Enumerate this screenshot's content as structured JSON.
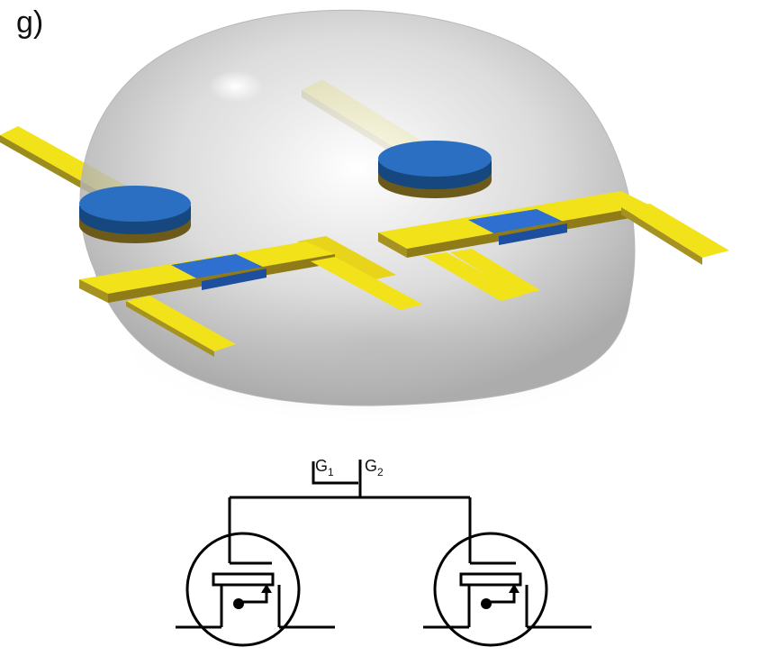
{
  "panel_label": "g)",
  "schematic": {
    "gate1_label": "G",
    "gate1_sub": "1",
    "gate2_label": "G",
    "gate2_sub": "2"
  },
  "colors": {
    "electrode_yellow": "#f2e21a",
    "electrode_shadow": "#8a7a1a",
    "channel_blue": "#1f5fbf",
    "gate_disc_blue": "#1d5ba8",
    "droplet_gray": "#c9c9c9",
    "line": "#000000"
  }
}
